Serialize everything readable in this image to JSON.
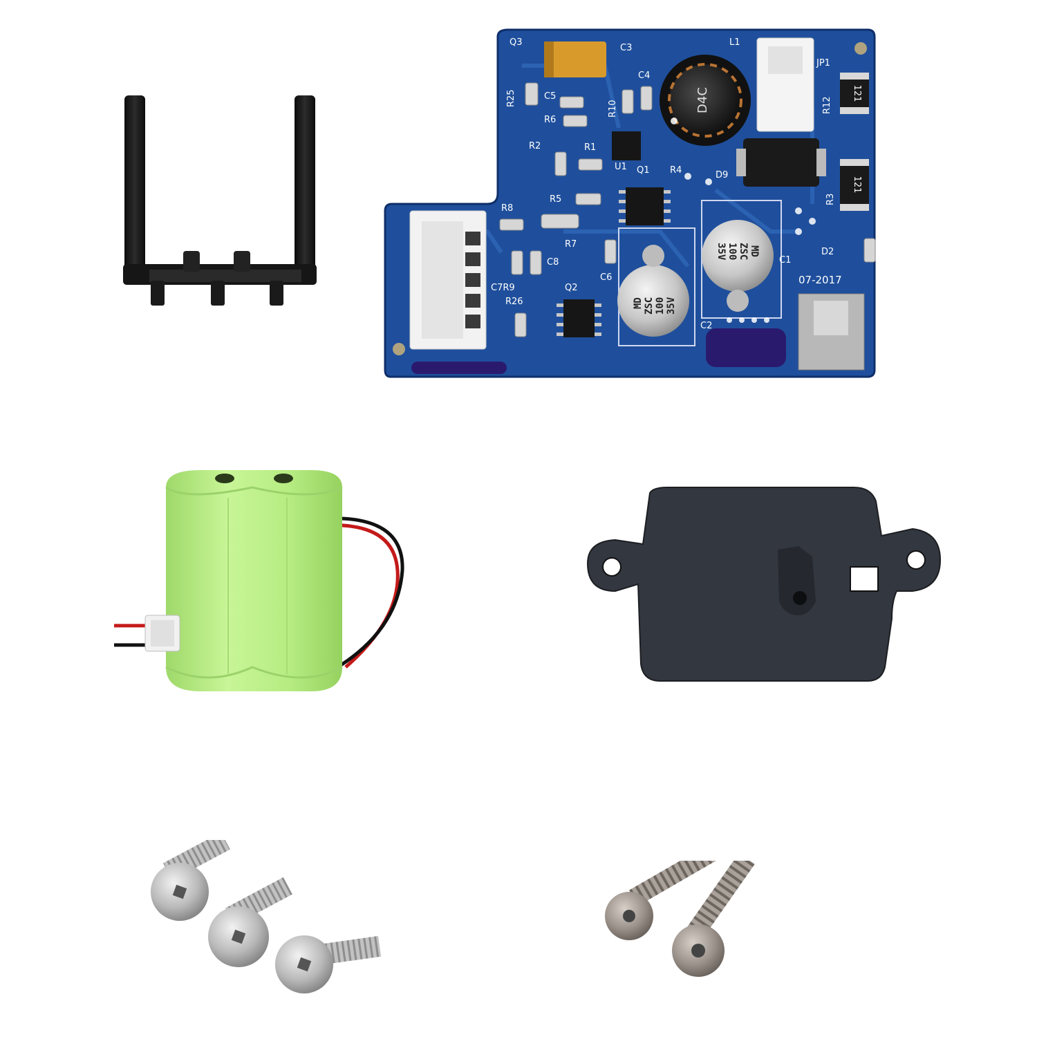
{
  "pcb": {
    "labels": {
      "q3": "Q3",
      "c3": "C3",
      "l1": "L1",
      "jp1": "JP1",
      "r25": "R25",
      "c5": "C5",
      "r10": "R10",
      "c4": "C4",
      "r12": "R12",
      "r6": "R6",
      "r2": "R2",
      "r1": "R1",
      "u1": "U1",
      "q1": "Q1",
      "r4": "R4",
      "d9": "D9",
      "r3": "R3",
      "r8": "R8",
      "r5": "R5",
      "r7": "R7",
      "c8": "C8",
      "c6": "C6",
      "c1": "C1",
      "d2": "D2",
      "c7r9": "C7R9",
      "q2": "Q2",
      "r26": "R26",
      "c2": "C2",
      "date": "07-2017"
    },
    "resistor_code": "121",
    "inductor_marking": "D4C",
    "capacitor_marking": [
      "MD",
      "ZSC",
      "100",
      "35V"
    ]
  },
  "colors": {
    "pcb_blue": "#1f4f9c",
    "battery_green": "#b8ee84",
    "plastic_black": "#1b1b1b",
    "redaction_purple": "#2a1a6e"
  }
}
